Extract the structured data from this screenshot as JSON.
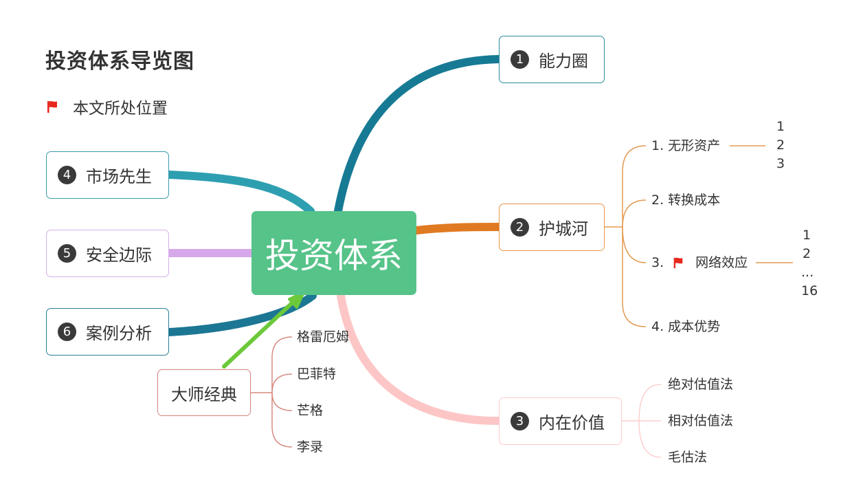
{
  "title": "投资体系导览图",
  "legend": {
    "label": "本文所处位置",
    "flag_color": "#e8261e"
  },
  "center": {
    "label": "投资体系",
    "color": "#56c389"
  },
  "branches": [
    {
      "number": "1",
      "label": "能力圈",
      "color": "#177a94"
    },
    {
      "number": "2",
      "label": "护城河",
      "color": "#e07a22"
    },
    {
      "number": "3",
      "label": "内在价值",
      "color": "#fdc6c6"
    },
    {
      "number": "4",
      "label": "市场先生",
      "color": "#2e9fb0"
    },
    {
      "number": "5",
      "label": "安全边际",
      "color": "#d6a8ea"
    },
    {
      "number": "6",
      "label": "案例分析",
      "color": "#1c7794"
    }
  ],
  "moat_items": [
    {
      "label": "1. 无形资产",
      "children": [
        "1",
        "2",
        "3"
      ]
    },
    {
      "label": "2. 转换成本"
    },
    {
      "prefix": "3.",
      "label": "网络效应",
      "flagged": true,
      "children": [
        "1",
        "2",
        "...",
        "16"
      ]
    },
    {
      "label": "4. 成本优势"
    }
  ],
  "value_items": [
    "绝对估值法",
    "相对估值法",
    "毛估法"
  ],
  "masters": {
    "label": "大师经典",
    "items": [
      "格雷厄姆",
      "巴菲特",
      "芒格",
      "李录"
    ],
    "arrow_color": "#6cc93a",
    "line_color": "#d0867c"
  }
}
